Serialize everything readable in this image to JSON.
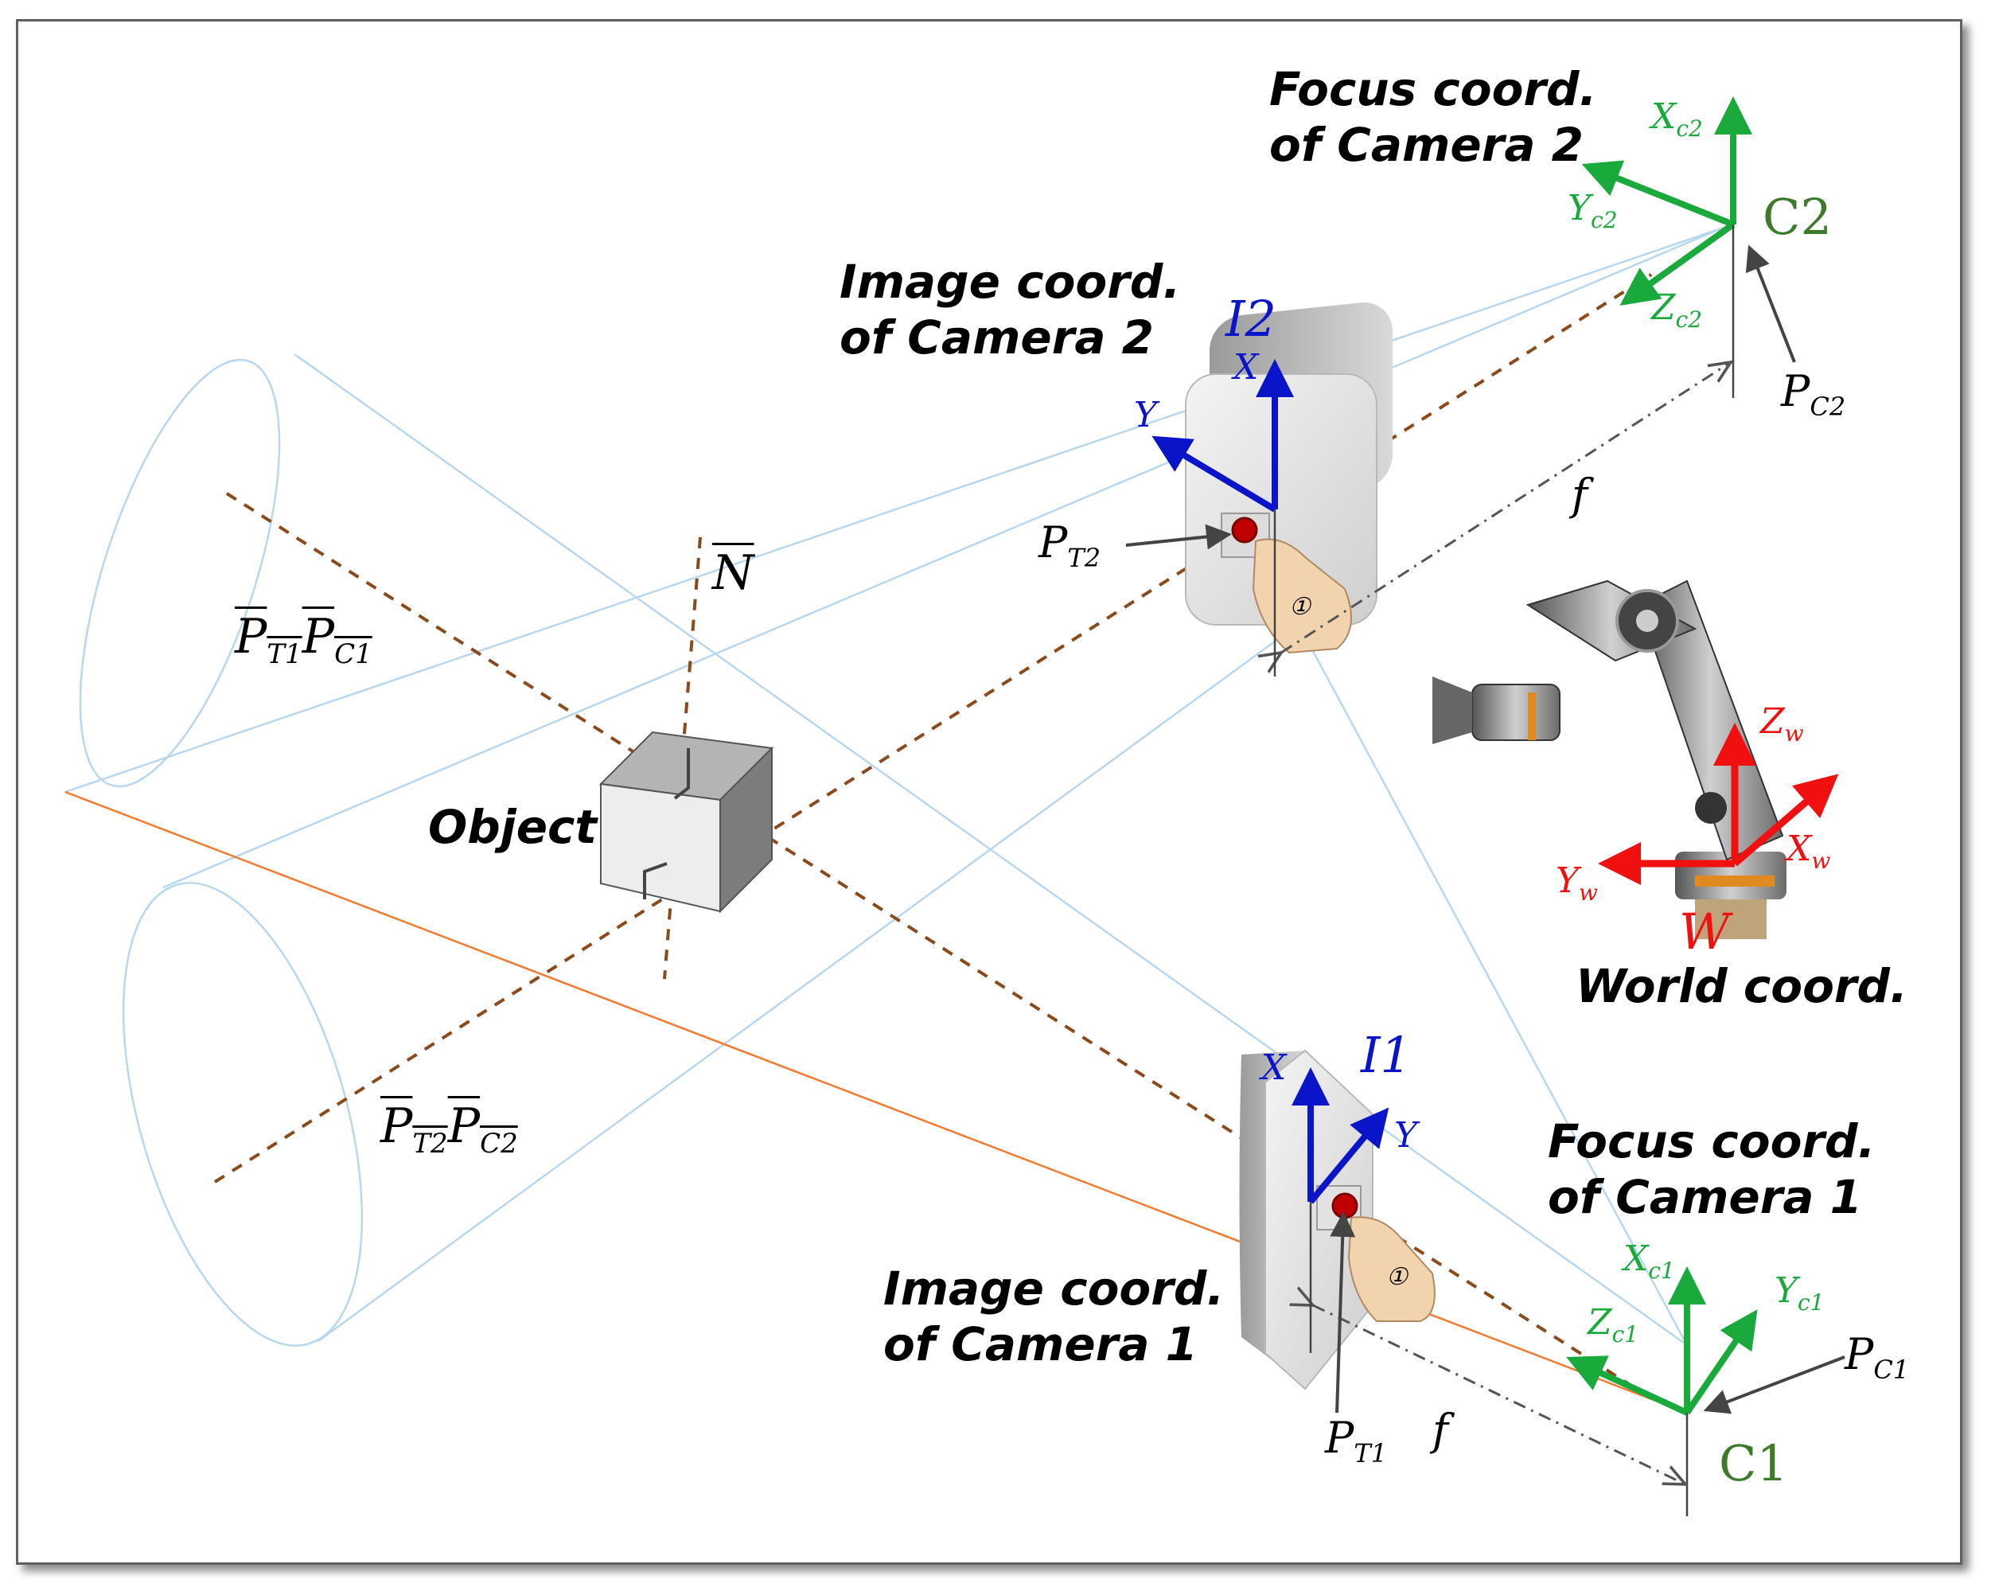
{
  "labels": {
    "focus_cam2": "Focus coord.\nof Camera 2",
    "image_cam2": "Image coord.\nof Camera 2",
    "focus_cam1": "Focus coord.\nof Camera 1",
    "image_cam1": "Image coord.\nof Camera 1",
    "world": "World coord.",
    "object": "Object"
  },
  "origins": {
    "c2": "C2",
    "c1": "C1",
    "i2": "I2",
    "i1": "I1",
    "w": "W"
  },
  "axes": {
    "cam2": {
      "x": "X",
      "y": "Y",
      "z": "Z",
      "sub": "c2"
    },
    "cam1": {
      "x": "X",
      "y": "Y",
      "z": "Z",
      "sub": "c1"
    },
    "img2": {
      "x": "X",
      "y": "Y"
    },
    "img1": {
      "x": "X",
      "y": "Y"
    },
    "world": {
      "x": "X",
      "y": "Y",
      "z": "Z",
      "sub": "w"
    }
  },
  "points": {
    "pc2": {
      "main": "P",
      "sub": "C2"
    },
    "pc1": {
      "main": "P",
      "sub": "C1"
    },
    "pt2": {
      "main": "P",
      "sub": "T2"
    },
    "pt1": {
      "main": "P",
      "sub": "T1"
    },
    "focal": "f",
    "touch_mark": "①"
  },
  "vectors": {
    "normal": "N",
    "pt1pc1": {
      "a": "P",
      "a_sub": "T1",
      "b": "P",
      "b_sub": "C1"
    },
    "pt2pc2": {
      "a": "P",
      "a_sub": "T2",
      "b": "P",
      "b_sub": "C2"
    }
  },
  "colors": {
    "image_axes": "#0a14c8",
    "camera_axes": "#1aaa3c",
    "world_axes": "#f01010",
    "origin_label": "#3d7a2a",
    "view_rays": "#b9d7ee",
    "center_lines": "#8b4a1c",
    "baseline": "#f07a30"
  }
}
